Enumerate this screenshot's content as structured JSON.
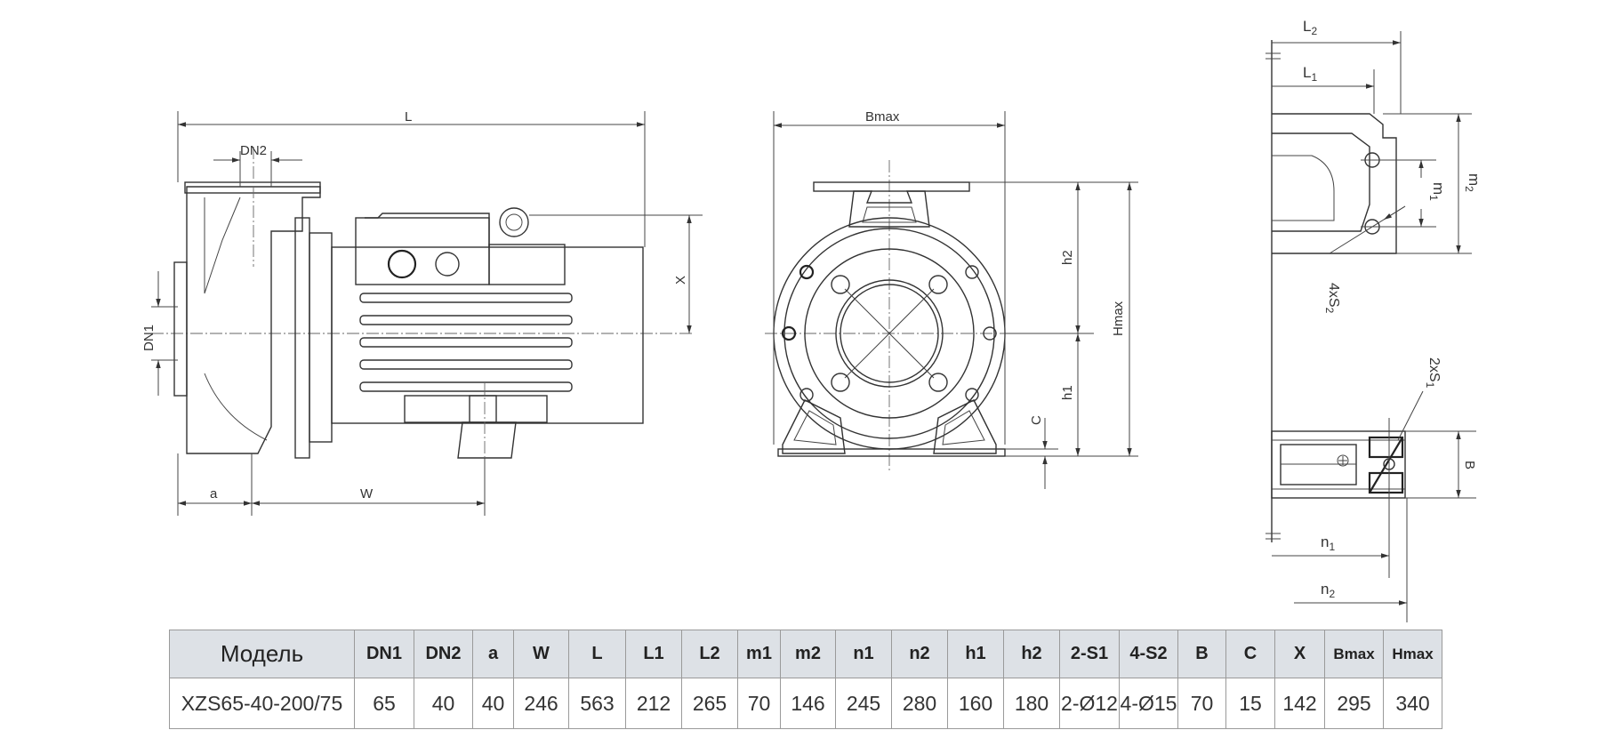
{
  "drawing": {
    "labels": {
      "L": "L",
      "DN2": "DN2",
      "DN1": "DN1",
      "X": "X",
      "a": "a",
      "W": "W",
      "Bmax": "Bmax",
      "h2": "h2",
      "h1": "h1",
      "Hmax": "Hmax",
      "C": "C",
      "L2": "L",
      "L2_sub": "2",
      "L1": "L",
      "L1_sub": "1",
      "m1": "m",
      "m1_sub": "1",
      "m2": "m",
      "m2_sub": "2",
      "S2": "4xS",
      "S2_sub": "2",
      "S1": "2xS",
      "S1_sub": "1",
      "B": "B",
      "n1": "n",
      "n1_sub": "1",
      "n2": "n",
      "n2_sub": "2"
    }
  },
  "table": {
    "headers": [
      "Модель",
      "DN1",
      "DN2",
      "a",
      "W",
      "L",
      "L1",
      "L2",
      "m1",
      "m2",
      "n1",
      "n2",
      "h1",
      "h2",
      "2-S1",
      "4-S2",
      "B",
      "C",
      "X",
      "Bmax",
      "Hmax"
    ],
    "rows": [
      [
        "XZS65-40-200/75",
        "65",
        "40",
        "40",
        "246",
        "563",
        "212",
        "265",
        "70",
        "146",
        "245",
        "280",
        "160",
        "180",
        "2-Ø12",
        "4-Ø15",
        "70",
        "15",
        "142",
        "295",
        "340"
      ]
    ]
  }
}
